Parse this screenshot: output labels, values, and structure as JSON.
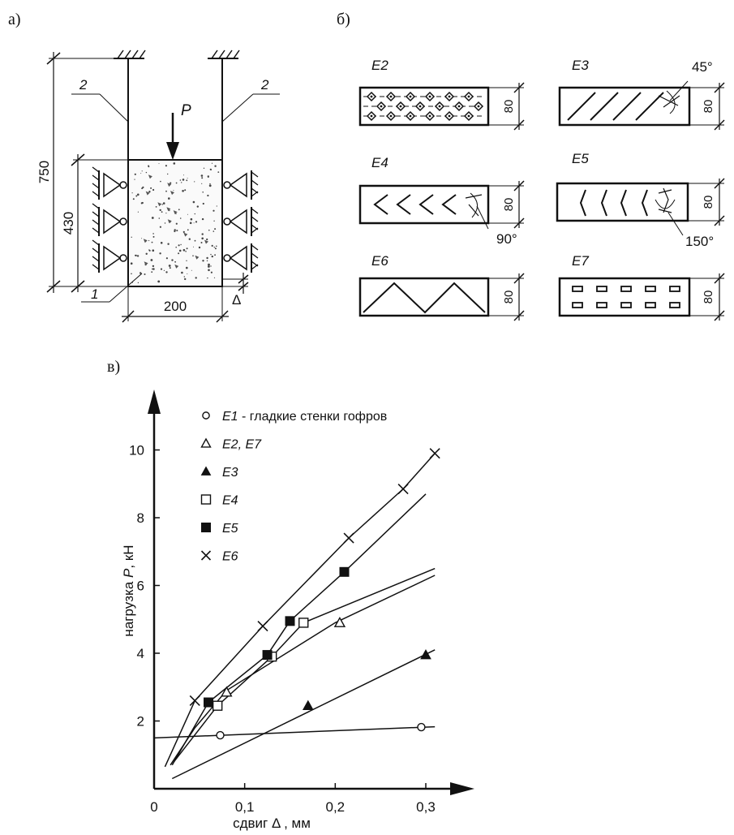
{
  "panel_a": {
    "label": "а)",
    "load": "P",
    "dim_height_total": "750",
    "dim_height_block": "430",
    "dim_width": "200",
    "marker_1": "1",
    "marker_2_left": "2",
    "marker_2_right": "2",
    "displacement": "Δ"
  },
  "panel_b": {
    "label": "б)",
    "items": [
      {
        "name": "E2",
        "dim": "80"
      },
      {
        "name": "E3",
        "dim": "80",
        "angle": "45°"
      },
      {
        "name": "E4",
        "dim": "80",
        "angle": "90°"
      },
      {
        "name": "E5",
        "dim": "80",
        "angle": "150°"
      },
      {
        "name": "E6",
        "dim": "80"
      },
      {
        "name": "E7",
        "dim": "80"
      }
    ]
  },
  "panel_c": {
    "label": "в)"
  },
  "chart_data": {
    "type": "line",
    "xlabel_prefix": "сдвиг ",
    "xlabel_symbol": "Δ",
    "xlabel_suffix": " , мм",
    "ylabel_prefix": "нагрузка ",
    "ylabel_symbol": "P",
    "ylabel_suffix": ", кН",
    "xlim": [
      0,
      0.33
    ],
    "ylim": [
      0,
      11
    ],
    "x_ticks": [
      {
        "v": 0,
        "label": "0"
      },
      {
        "v": 0.1,
        "label": "0,1"
      },
      {
        "v": 0.2,
        "label": "0,2"
      },
      {
        "v": 0.3,
        "label": "0,3"
      }
    ],
    "y_ticks": [
      {
        "v": 2,
        "label": "2"
      },
      {
        "v": 4,
        "label": "4"
      },
      {
        "v": 6,
        "label": "6"
      },
      {
        "v": 8,
        "label": "8"
      },
      {
        "v": 10,
        "label": "10"
      }
    ],
    "legend": [
      {
        "marker": "circle",
        "name": "E1",
        "desc": " - гладкие стенки гофров"
      },
      {
        "marker": "triangle-open",
        "name": "E2, E7",
        "desc": ""
      },
      {
        "marker": "triangle-filled",
        "name": "E3",
        "desc": ""
      },
      {
        "marker": "square-open",
        "name": "E4",
        "desc": ""
      },
      {
        "marker": "square-filled",
        "name": "E5",
        "desc": ""
      },
      {
        "marker": "cross",
        "name": "E6",
        "desc": ""
      }
    ],
    "series": [
      {
        "name": "E1",
        "marker": "circle",
        "line": [
          [
            0,
            1.5
          ],
          [
            0.31,
            1.83
          ]
        ],
        "points": [
          [
            0.073,
            1.58
          ],
          [
            0.295,
            1.82
          ]
        ]
      },
      {
        "name": "E2, E7",
        "marker": "triangle-open",
        "line": [
          [
            0.018,
            0.7
          ],
          [
            0.045,
            1.8
          ],
          [
            0.08,
            2.9
          ],
          [
            0.2,
            4.9
          ],
          [
            0.31,
            6.3
          ]
        ],
        "points": [
          [
            0.08,
            2.85
          ],
          [
            0.205,
            4.9
          ]
        ]
      },
      {
        "name": "E3",
        "marker": "triangle-filled",
        "line": [
          [
            0.02,
            0.3
          ],
          [
            0.31,
            4.1
          ]
        ],
        "points": [
          [
            0.17,
            2.45
          ],
          [
            0.3,
            3.95
          ]
        ]
      },
      {
        "name": "E4",
        "marker": "square-open",
        "line": [
          [
            0.022,
            0.8
          ],
          [
            0.07,
            2.45
          ],
          [
            0.13,
            3.9
          ],
          [
            0.165,
            4.9
          ],
          [
            0.31,
            6.5
          ]
        ],
        "points": [
          [
            0.07,
            2.45
          ],
          [
            0.13,
            3.9
          ],
          [
            0.165,
            4.9
          ]
        ]
      },
      {
        "name": "E5",
        "marker": "square-filled",
        "line": [
          [
            0.02,
            0.7
          ],
          [
            0.06,
            2.55
          ],
          [
            0.125,
            3.95
          ],
          [
            0.15,
            4.95
          ],
          [
            0.21,
            6.4
          ],
          [
            0.3,
            8.7
          ]
        ],
        "points": [
          [
            0.06,
            2.55
          ],
          [
            0.125,
            3.95
          ],
          [
            0.15,
            4.95
          ],
          [
            0.21,
            6.4
          ]
        ]
      },
      {
        "name": "E6",
        "marker": "cross",
        "line": [
          [
            0.012,
            0.65
          ],
          [
            0.045,
            2.6
          ],
          [
            0.12,
            4.8
          ],
          [
            0.215,
            7.4
          ],
          [
            0.275,
            8.85
          ],
          [
            0.31,
            9.9
          ]
        ],
        "points": [
          [
            0.045,
            2.6
          ],
          [
            0.12,
            4.8
          ],
          [
            0.215,
            7.4
          ],
          [
            0.275,
            8.85
          ],
          [
            0.31,
            9.9
          ]
        ]
      }
    ]
  }
}
